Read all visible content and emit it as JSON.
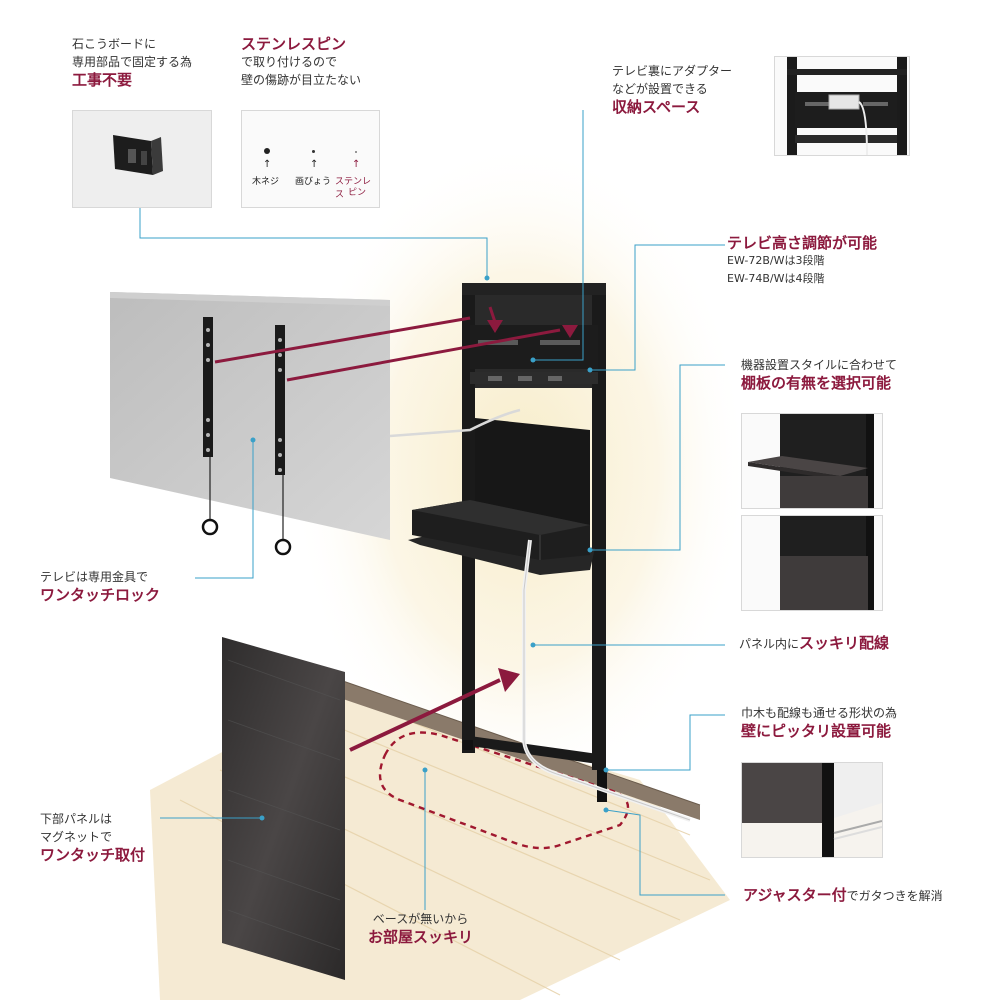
{
  "colors": {
    "accent": "#8c1a3e",
    "leader": "#3aa0c8",
    "frame": "#1a1a1a",
    "panel_wood": "#3a3838",
    "floor": "#f1e2c4"
  },
  "callouts": {
    "gypsum": {
      "line1": "石こうボードに",
      "line2": "専用部品で固定する為",
      "highlight": "工事不要"
    },
    "pin": {
      "highlight": "ステンレスピン",
      "line1": "で取り付けるので",
      "line2": "壁の傷跡が目立たない",
      "labels": {
        "screw": "木ネジ",
        "pushpin": "画びょう",
        "stainless": "ステンレス",
        "stainless2": "ピン"
      }
    },
    "storage": {
      "line1": "テレビ裏にアダプター",
      "line2": "などが設置できる",
      "highlight": "収納スペース"
    },
    "height": {
      "highlight": "テレビ高さ調節が可能",
      "line1": "EW-72B/Wは3段階",
      "line2": "EW-74B/Wは4段階"
    },
    "shelf": {
      "line1": "機器設置スタイルに合わせて",
      "highlight": "棚板の有無を選択可能"
    },
    "onetouch_lock": {
      "line1": "テレビは専用金具で",
      "highlight": "ワンタッチロック"
    },
    "wiring": {
      "prefix": "パネル内に",
      "highlight": "スッキリ配線"
    },
    "wall_fit": {
      "line1": "巾木も配線も通せる形状の為",
      "highlight": "壁にピッタリ設置可能"
    },
    "panel": {
      "line1": "下部パネルは",
      "line2": "マグネットで",
      "highlight": "ワンタッチ取付"
    },
    "base": {
      "line1": "ベースが無いから",
      "highlight": "お部屋スッキリ"
    },
    "adjuster": {
      "highlight": "アジャスター付",
      "suffix": "でガタつきを解消"
    }
  }
}
